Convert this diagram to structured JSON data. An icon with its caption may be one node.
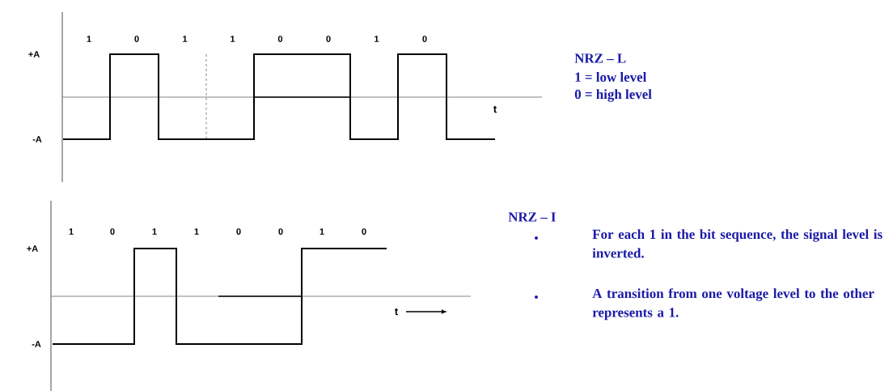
{
  "diagram": {
    "labels": [
      "1",
      "0",
      "1",
      "1",
      "0",
      "0",
      "1",
      "0",
      "+A",
      "-A",
      "t",
      "NRZ – L",
      "1 = low level",
      "0 = high level",
      "1",
      "0",
      "1",
      "1",
      "0",
      "0",
      "1",
      "0",
      "+A",
      "-A",
      "t",
      "NRZ – I",
      "For each 1 in the bit sequence, the signal level is inverted.",
      "A transition from one voltage level to the other represents a 1."
    ]
  }
}
